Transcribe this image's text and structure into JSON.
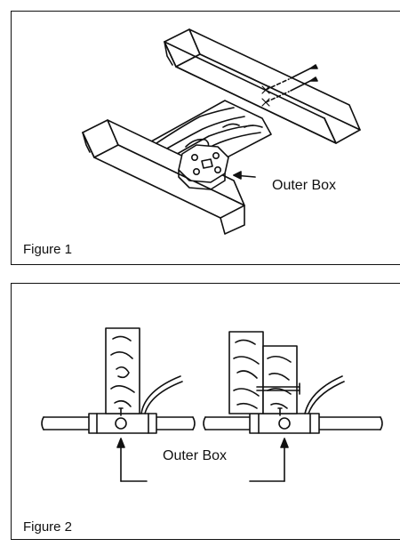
{
  "figure1": {
    "label": "Figure 1",
    "callout": "Outer Box"
  },
  "figure2": {
    "label": "Figure 2",
    "callout": "Outer Box"
  },
  "colors": {
    "line": "#111111",
    "background": "#ffffff"
  }
}
